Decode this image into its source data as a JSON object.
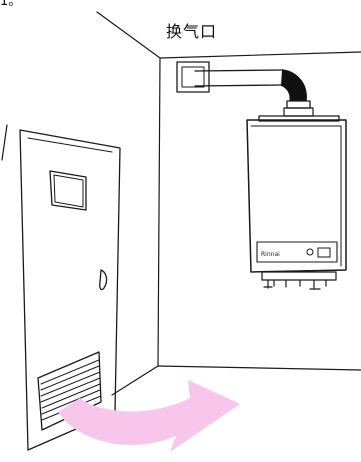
{
  "caption_fragment": "1。",
  "vent_label": "换气口",
  "heater_panel_text": "Rinnai",
  "colors": {
    "line": "#1a1a1a",
    "airflow_arrow": "#f8c6ea",
    "background": "#ffffff"
  },
  "icons": [
    "door-icon",
    "water-heater-icon",
    "vent-louver-icon",
    "airflow-arrow-icon"
  ]
}
